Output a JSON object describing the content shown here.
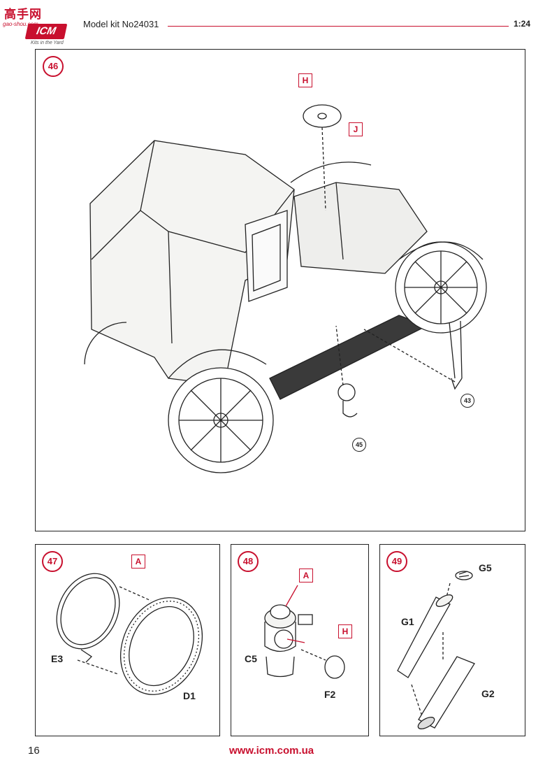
{
  "header": {
    "logo_top": "高手网",
    "logo_sub": "gao-shou.com",
    "logo_brand": "ICM",
    "logo_tagline": "Kits in the Yard",
    "title": "Model kit No24031",
    "scale": "1:24"
  },
  "steps": [
    {
      "number": "46",
      "part_tags": [
        "H",
        "J"
      ],
      "refs": [
        "43",
        "45"
      ]
    },
    {
      "number": "47",
      "part_tags": [
        "A"
      ],
      "labels": [
        "E3",
        "D1"
      ]
    },
    {
      "number": "48",
      "part_tags": [
        "A",
        "H"
      ],
      "labels": [
        "C5",
        "F2"
      ]
    },
    {
      "number": "49",
      "labels": [
        "G5",
        "G1",
        "G2"
      ]
    }
  ],
  "footer": {
    "page_number": "16",
    "url": "www.icm.com.ua"
  }
}
